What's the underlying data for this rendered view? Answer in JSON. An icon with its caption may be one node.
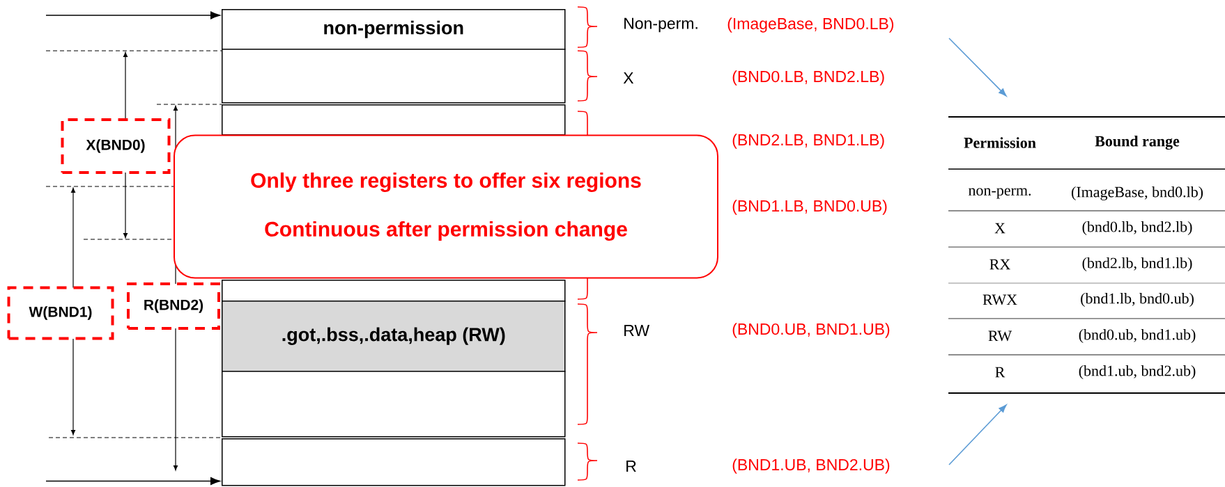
{
  "diagram": {
    "nodes": [
      {
        "text": [
          "non-permission"
        ]
      },
      {
        "text": [],
        "shape": "box"
      },
      {
        "text": [],
        "shape": "box"
      },
      {
        "text": [],
        "shape": "box"
      },
      {
        "text": [
          ".got,.bss,.data,heap (RW)"
        ]
      },
      {
        "text": [],
        "shape": "box"
      },
      {
        "text": [],
        "shape": "box"
      },
      {
        "text": [
          "X(BND0)"
        ]
      },
      {
        "text": [
          "W(BND1)"
        ]
      },
      {
        "text": [
          "R(BND2)"
        ]
      },
      {
        "text": [
          "Only three registers to offer six regions",
          "Continuous after permission change"
        ]
      }
    ],
    "edges": [
      {
        "from": null,
        "to": 0,
        "arrow": "to"
      },
      {
        "from": null,
        "to": 6,
        "arrow": "to"
      }
    ],
    "labels": [
      "Non-perm.",
      "(ImageBase, BND0.LB)",
      "X",
      "(BND0.LB, BND2.LB)",
      "(BND2.LB, BND1.LB)",
      "(BND1.LB, BND0.UB)",
      "RW",
      "(BND0.UB, BND1.UB)",
      "R",
      "(BND1.UB, BND2.UB)",
      "Permission",
      "Bound range",
      "non-perm.",
      "(ImageBase, bnd0.lb)",
      "X",
      "(bnd0.lb, bnd2.lb)",
      "RX",
      "(bnd2.lb, bnd1.lb)",
      "RWX",
      "(bnd1.lb, bnd0.ub)",
      "RW",
      "(bnd0.ub, bnd1.ub)",
      "R",
      "(bnd1.ub, bnd2.ub)"
    ]
  }
}
